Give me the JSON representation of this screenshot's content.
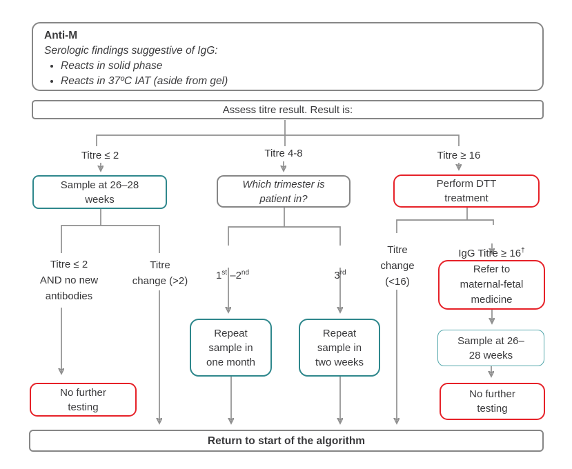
{
  "colors": {
    "teal": "#2e878c",
    "teal_light": "#53a7ab",
    "red": "#e62128",
    "gray_border": "#868686",
    "line": "#8f8f8f",
    "text": "#3a3a3c"
  },
  "header": {
    "title": "Anti-M",
    "subtitle": "Serologic findings suggestive of IgG:",
    "bullets": [
      "Reacts in solid phase",
      "Reacts in 37ºC IAT (aside from gel)"
    ]
  },
  "assess": {
    "label": "Assess titre result. Result is:"
  },
  "branches": {
    "low": "Titre ≤ 2",
    "mid": "Titre 4-8",
    "high": "Titre ≥ 16"
  },
  "nodes": {
    "sample_26_28_left": "Sample at 26–28\nweeks",
    "which_trimester": "Which trimester is\npatient in?",
    "perform_dtt": "Perform DTT\ntreatment",
    "repeat_one_month": "Repeat\nsample in\none month",
    "repeat_two_weeks": "Repeat\nsample in\ntwo weeks",
    "refer_mfm": "Refer to\nmaternal-fetal\nmedicine",
    "sample_26_28_right": "Sample at 26–\n28 weeks",
    "no_further_left": "No further\ntesting",
    "no_further_right": "No further\ntesting",
    "return_to_start": "Return to start of the algorithm"
  },
  "edge_labels": {
    "low_stable": "Titre ≤ 2\nAND no new\nantibodies",
    "low_change": "Titre\nchange (>2)",
    "trimester_1_2": {
      "b1": "1",
      "s1": "st",
      "b2": " –2",
      "s2": "nd"
    },
    "trimester_3": {
      "b": "3",
      "s": "rd"
    },
    "titre_change_lt16": "Titre\nchange\n(<16)",
    "igg_titre": {
      "b": "IgG Titre ≥ 16",
      "s": "†"
    }
  }
}
